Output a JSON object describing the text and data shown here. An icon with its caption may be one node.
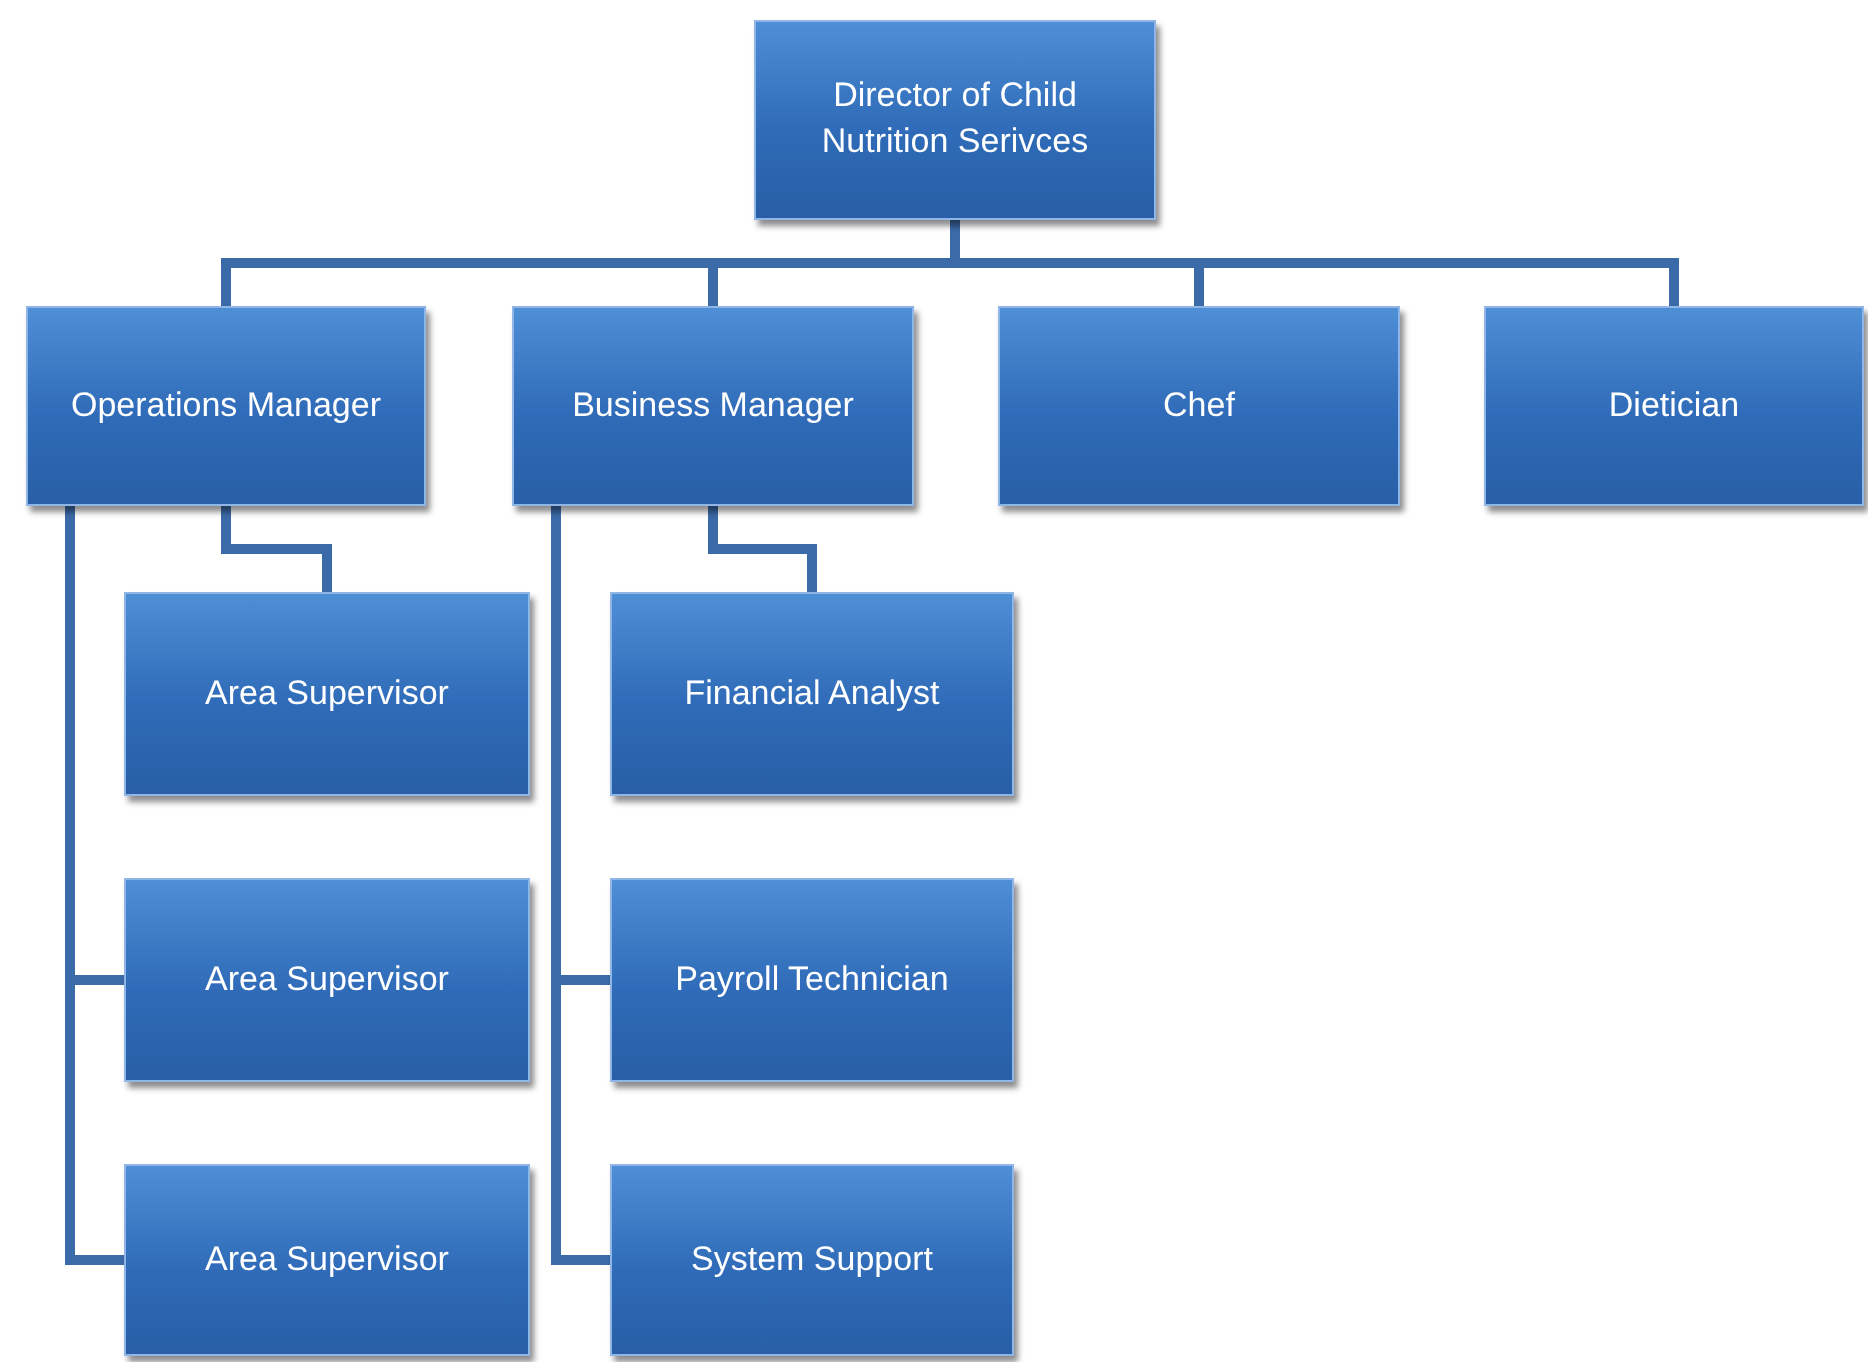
{
  "diagram": {
    "nodes": [
      {
        "text": [
          "Director of Child Nutrition Serivces"
        ]
      },
      {
        "text": [
          "Operations Manager"
        ]
      },
      {
        "text": [
          "Business Manager"
        ]
      },
      {
        "text": [
          "Chef"
        ]
      },
      {
        "text": [
          "Dietician"
        ]
      },
      {
        "text": [
          "Area Supervisor"
        ]
      },
      {
        "text": [
          "Financial Analyst"
        ]
      },
      {
        "text": [
          "Area Supervisor"
        ]
      },
      {
        "text": [
          "Payroll Technician"
        ]
      },
      {
        "text": [
          "Area Supervisor"
        ]
      },
      {
        "text": [
          "System Support"
        ]
      }
    ],
    "edges": [
      {
        "from": 0,
        "to": 1,
        "arrow": "none"
      },
      {
        "from": 0,
        "to": 2,
        "arrow": "none"
      },
      {
        "from": 0,
        "to": 3,
        "arrow": "none"
      },
      {
        "from": 0,
        "to": 4,
        "arrow": "none"
      },
      {
        "from": 1,
        "to": 5,
        "arrow": "none"
      },
      {
        "from": 1,
        "to": 7,
        "arrow": "none"
      },
      {
        "from": 1,
        "to": 9,
        "arrow": "none"
      },
      {
        "from": 2,
        "to": 6,
        "arrow": "none"
      },
      {
        "from": 2,
        "to": 8,
        "arrow": "none"
      },
      {
        "from": 2,
        "to": 10,
        "arrow": "none"
      }
    ]
  }
}
